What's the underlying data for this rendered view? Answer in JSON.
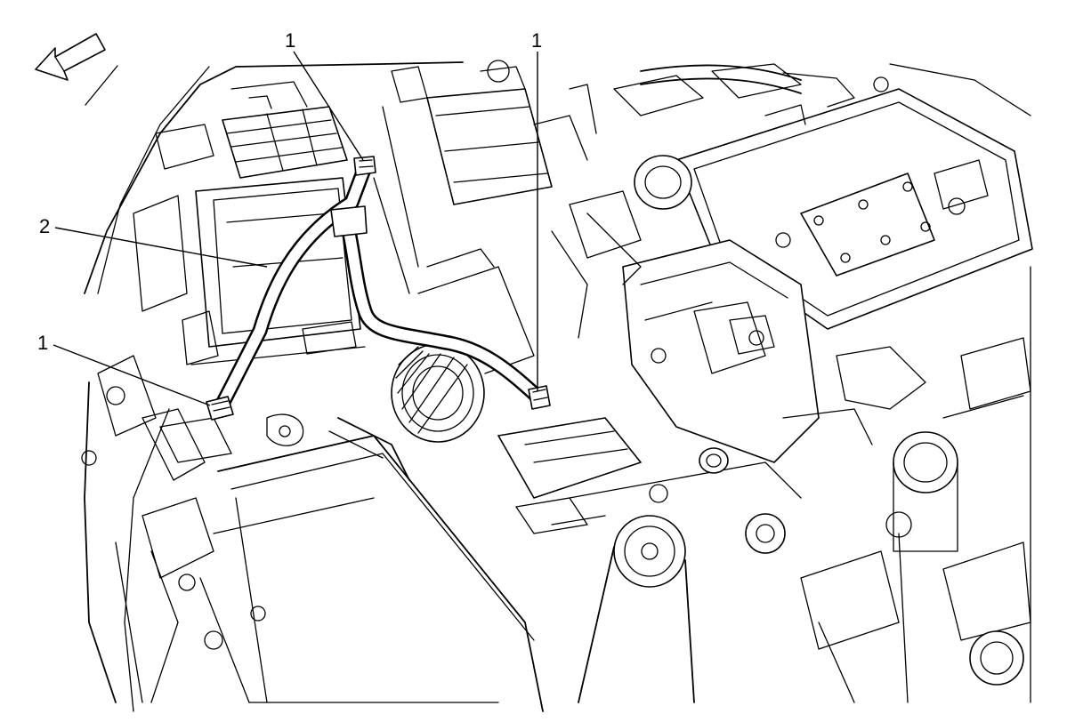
{
  "callouts": [
    {
      "id": "c1a",
      "label": "1"
    },
    {
      "id": "c1b",
      "label": "1"
    },
    {
      "id": "c2",
      "label": "2"
    },
    {
      "id": "c1c",
      "label": "1"
    }
  ],
  "colors": {
    "line": "#000000",
    "background": "#ffffff"
  },
  "icons": {
    "direction_arrow": "front-direction-arrow-icon"
  }
}
